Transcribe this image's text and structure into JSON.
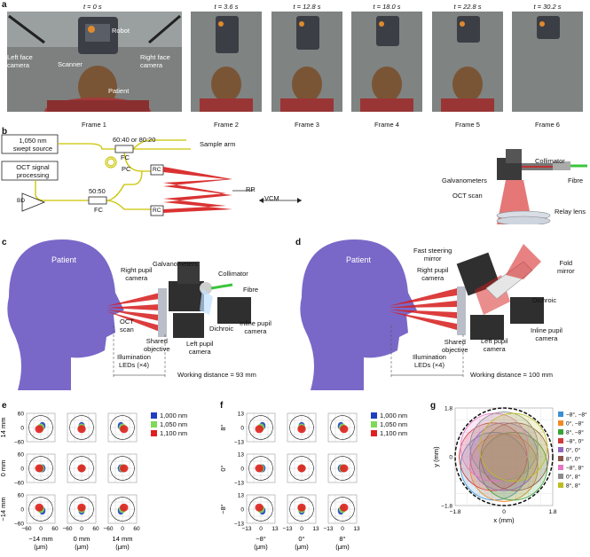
{
  "panel_a": {
    "letter": "a",
    "times": [
      "t = 0 s",
      "t = 3.6 s",
      "t = 12.8 s",
      "t = 18.0 s",
      "t = 22.8 s",
      "t = 30.2 s"
    ],
    "frames": [
      "Frame 1",
      "Frame 2",
      "Frame 3",
      "Frame 4",
      "Frame 5",
      "Frame 6"
    ],
    "callouts": {
      "left_camera": "Left face\ncamera",
      "robot": "Robot",
      "scanner": "Scanner",
      "right_camera": "Right face\ncamera",
      "patient": "Patient"
    }
  },
  "panel_b": {
    "letter": "b",
    "source": "1,050 nm\nswept source",
    "processing": "OCT signal\nprocessing",
    "bd": "BD",
    "fc_top_ratio": "60:40 or 80:20",
    "fc_bottom_ratio": "50:50",
    "fc": "FC",
    "pc": "PC",
    "rc": "RC",
    "sample_arm": "Sample arm",
    "rr": "RR",
    "vcm": "VCM",
    "collimator": "Collimator",
    "galvanometers": "Galvanometers",
    "fibre": "Fibre",
    "oct_scan": "OCT scan",
    "relay_lens": "Relay lens"
  },
  "panel_c": {
    "letter": "c",
    "patient": "Patient",
    "galvanometers": "Galvanometers",
    "collimator": "Collimator",
    "right_pupil": "Right pupil\ncamera",
    "fibre": "Fibre",
    "oct_scan": "OCT\nscan",
    "shared_objective": "Shared\nobjective",
    "left_pupil": "Left pupil\ncamera",
    "dichroic": "Dichroic",
    "inline_pupil": "Inline pupil\ncamera",
    "illumination": "Illumination\nLEDs (×4)",
    "working_distance": "Working distance = 93 mm"
  },
  "panel_d": {
    "letter": "d",
    "patient": "Patient",
    "fast_steering": "Fast steering\nmirror",
    "right_pupil": "Right pupil\ncamera",
    "fold_mirror": "Fold\nmirror",
    "dichroic": "Dichroic",
    "shared_objective": "Shared\nobjective",
    "left_pupil": "Left pupil\ncamera",
    "inline_pupil": "Inline pupil\ncamera",
    "illumination": "Illumination\nLEDs (×4)",
    "working_distance": "Working distance = 100 mm"
  },
  "panel_e": {
    "letter": "e",
    "row_labels": [
      "14 mm",
      "0 mm",
      "−14 mm"
    ],
    "col_labels": [
      "−14 mm",
      "0 mm",
      "14 mm"
    ],
    "ticks": [
      "−60",
      "0",
      "60"
    ],
    "unit": "(μm)",
    "legend": [
      {
        "label": "1,000 nm",
        "color": "#1f3fbf"
      },
      {
        "label": "1,050 nm",
        "color": "#7ed957"
      },
      {
        "label": "1,100 nm",
        "color": "#e02020"
      }
    ]
  },
  "panel_f": {
    "letter": "f",
    "row_labels": [
      "8°",
      "0°",
      "−8°"
    ],
    "col_labels": [
      "−8°",
      "0°",
      "8°"
    ],
    "ticks": [
      "−13",
      "0",
      "13"
    ],
    "unit": "(μm)",
    "legend": [
      {
        "label": "1,000 nm",
        "color": "#1f3fbf"
      },
      {
        "label": "1,050 nm",
        "color": "#7ed957"
      },
      {
        "label": "1,100 nm",
        "color": "#e02020"
      }
    ]
  },
  "chart_data": {
    "type": "scatter",
    "title": "",
    "xlabel": "x (mm)",
    "ylabel": "y (mm)",
    "xlim": [
      -1.8,
      1.8
    ],
    "ylim": [
      -1.8,
      1.8
    ],
    "ticks_x": [
      "−1.8",
      "0",
      "1.8"
    ],
    "ticks_y": [
      "−1.8",
      "0",
      "1.8"
    ],
    "grid": true,
    "legend_position": "right",
    "boundary_radius_mm": 1.8,
    "series": [
      {
        "name": "−8°, −8°",
        "color": "#3a8fd0",
        "center": [
          -0.35,
          -0.35
        ],
        "radius": 1.25
      },
      {
        "name": "0°, −8°",
        "color": "#f08a24",
        "center": [
          0.0,
          -0.4
        ],
        "radius": 1.25
      },
      {
        "name": "8°, −8°",
        "color": "#3aa13a",
        "center": [
          0.35,
          -0.35
        ],
        "radius": 1.25
      },
      {
        "name": "−8°, 0°",
        "color": "#d33b3b",
        "center": [
          -0.4,
          0.0
        ],
        "radius": 1.25
      },
      {
        "name": "0°, 0°",
        "color": "#9467bd",
        "center": [
          0.0,
          0.0
        ],
        "radius": 1.25
      },
      {
        "name": "8°, 0°",
        "color": "#8c564b",
        "center": [
          0.4,
          0.0
        ],
        "radius": 1.25
      },
      {
        "name": "−8°, 8°",
        "color": "#e377c2",
        "center": [
          -0.35,
          0.35
        ],
        "radius": 1.25
      },
      {
        "name": "0°, 8°",
        "color": "#8c8c8c",
        "center": [
          0.0,
          0.4
        ],
        "radius": 1.25
      },
      {
        "name": "8°, 8°",
        "color": "#bcbd22",
        "center": [
          0.35,
          0.35
        ],
        "radius": 1.25
      }
    ],
    "letter": "g"
  },
  "colors": {
    "beam": "#d61c1c",
    "fiber": "#c9c400",
    "head": "#7a68c8",
    "green_fibre": "#3cc43c"
  }
}
